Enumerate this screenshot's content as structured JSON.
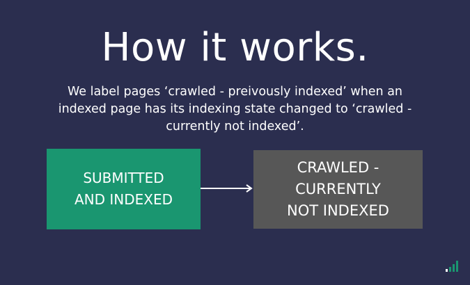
{
  "slide": {
    "title": "How it works.",
    "subtitle": "We label pages ‘crawled - preivously indexed’ when an indexed page has its indexing state changed to ‘crawled - currently not indexed’."
  },
  "diagram": {
    "source_node": {
      "label": "SUBMITTED\nAND INDEXED",
      "color": "#1a9670"
    },
    "target_node": {
      "label": "CRAWLED -\nCURRENTLY\nNOT INDEXED",
      "color": "#575757"
    },
    "edge": {
      "from": "source_node",
      "to": "target_node",
      "color": "#ffffff"
    }
  },
  "brand": {
    "logo_icon": "signal-bars-icon",
    "colors": [
      "#1a9670",
      "#ffffff"
    ]
  },
  "theme": {
    "background": "#2b2e4f",
    "text": "#ffffff"
  }
}
